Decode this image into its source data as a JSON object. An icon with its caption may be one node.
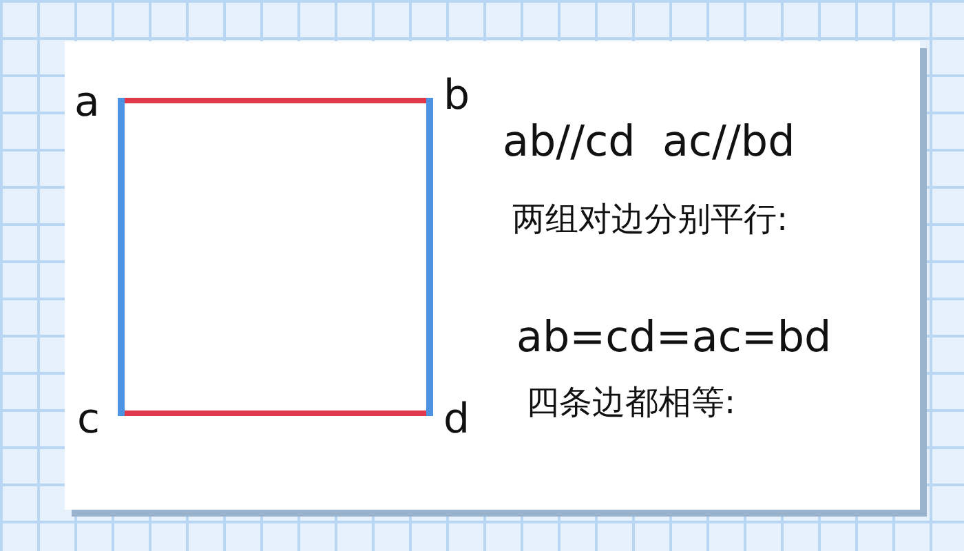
{
  "diagram": {
    "labels": [
      "a",
      "b",
      "ab//cd  ac//bd",
      "两组对边分别平行:",
      "ab=cd=ac=bd",
      "四条边都相等:",
      "c",
      "d"
    ]
  }
}
